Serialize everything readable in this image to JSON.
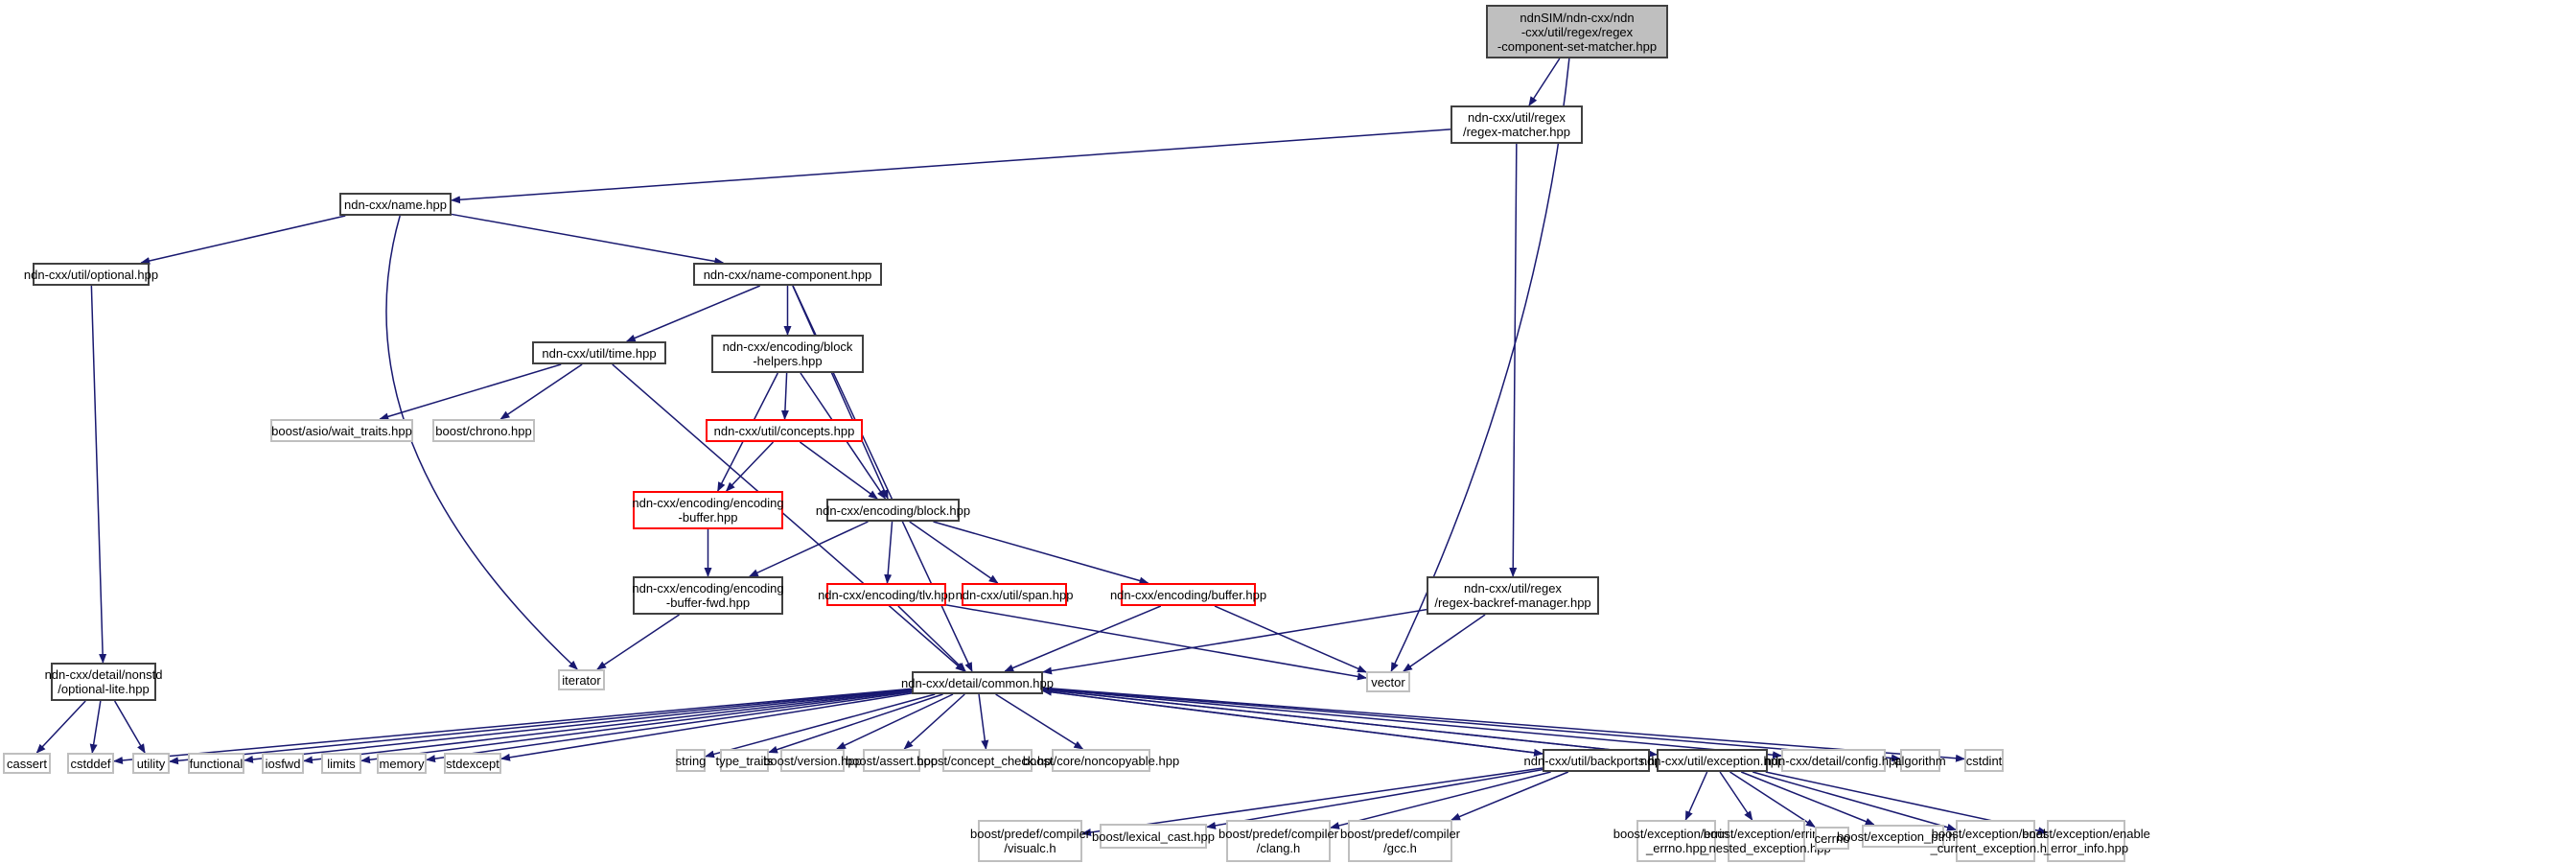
{
  "title": "ndnSIM/ndn-cxx/ndn-cxx/util/regex/regex-component-set-matcher.hpp include dependency graph",
  "colors": {
    "edge": "#191970",
    "normal_border": "#404040",
    "external_border": "#bfbfbf",
    "red_border": "#ff0000",
    "root_fill": "#bfbfbf"
  },
  "nodes": [
    {
      "id": "root",
      "label": "ndnSIM/ndn-cxx/ndn\n-cxx/util/regex/regex\n-component-set-matcher.hpp",
      "kind": "root"
    },
    {
      "id": "regex_matcher",
      "label": "ndn-cxx/util/regex\n/regex-matcher.hpp",
      "kind": "normal"
    },
    {
      "id": "name",
      "label": "ndn-cxx/name.hpp",
      "kind": "normal"
    },
    {
      "id": "optional",
      "label": "ndn-cxx/util/optional.hpp",
      "kind": "normal"
    },
    {
      "id": "name_component",
      "label": "ndn-cxx/name-component.hpp",
      "kind": "normal"
    },
    {
      "id": "time",
      "label": "ndn-cxx/util/time.hpp",
      "kind": "normal"
    },
    {
      "id": "block_helpers",
      "label": "ndn-cxx/encoding/block\n-helpers.hpp",
      "kind": "normal"
    },
    {
      "id": "wait_traits",
      "label": "boost/asio/wait_traits.hpp",
      "kind": "external"
    },
    {
      "id": "chrono",
      "label": "boost/chrono.hpp",
      "kind": "external"
    },
    {
      "id": "concepts",
      "label": "ndn-cxx/util/concepts.hpp",
      "kind": "red"
    },
    {
      "id": "encoding_buffer",
      "label": "ndn-cxx/encoding/encoding\n-buffer.hpp",
      "kind": "red"
    },
    {
      "id": "block",
      "label": "ndn-cxx/encoding/block.hpp",
      "kind": "normal"
    },
    {
      "id": "encoding_buffer_fwd",
      "label": "ndn-cxx/encoding/encoding\n-buffer-fwd.hpp",
      "kind": "normal"
    },
    {
      "id": "tlv",
      "label": "ndn-cxx/encoding/tlv.hpp",
      "kind": "red"
    },
    {
      "id": "span",
      "label": "ndn-cxx/util/span.hpp",
      "kind": "red"
    },
    {
      "id": "buffer",
      "label": "ndn-cxx/encoding/buffer.hpp",
      "kind": "red"
    },
    {
      "id": "backref_manager",
      "label": "ndn-cxx/util/regex\n/regex-backref-manager.hpp",
      "kind": "normal"
    },
    {
      "id": "optional_lite",
      "label": "ndn-cxx/detail/nonstd\n/optional-lite.hpp",
      "kind": "normal"
    },
    {
      "id": "iterator",
      "label": "iterator",
      "kind": "external"
    },
    {
      "id": "common",
      "label": "ndn-cxx/detail/common.hpp",
      "kind": "normal"
    },
    {
      "id": "vector",
      "label": "vector",
      "kind": "external"
    },
    {
      "id": "cassert",
      "label": "cassert",
      "kind": "external"
    },
    {
      "id": "cstddef",
      "label": "cstddef",
      "kind": "external"
    },
    {
      "id": "utility",
      "label": "utility",
      "kind": "external"
    },
    {
      "id": "functional",
      "label": "functional",
      "kind": "external"
    },
    {
      "id": "iosfwd",
      "label": "iosfwd",
      "kind": "external"
    },
    {
      "id": "limits",
      "label": "limits",
      "kind": "external"
    },
    {
      "id": "memory",
      "label": "memory",
      "kind": "external"
    },
    {
      "id": "stdexcept",
      "label": "stdexcept",
      "kind": "external"
    },
    {
      "id": "string",
      "label": "string",
      "kind": "external"
    },
    {
      "id": "type_traits",
      "label": "type_traits",
      "kind": "external"
    },
    {
      "id": "boost_version",
      "label": "boost/version.hpp",
      "kind": "external"
    },
    {
      "id": "boost_assert",
      "label": "boost/assert.hpp",
      "kind": "external"
    },
    {
      "id": "concept_check",
      "label": "boost/concept_check.hpp",
      "kind": "external"
    },
    {
      "id": "noncopyable",
      "label": "boost/core/noncopyable.hpp",
      "kind": "external"
    },
    {
      "id": "backports",
      "label": "ndn-cxx/util/backports.hpp",
      "kind": "normal"
    },
    {
      "id": "exception",
      "label": "ndn-cxx/util/exception.hpp",
      "kind": "normal"
    },
    {
      "id": "config",
      "label": "ndn-cxx/detail/config.hpp",
      "kind": "external"
    },
    {
      "id": "algorithm",
      "label": "algorithm",
      "kind": "external"
    },
    {
      "id": "cstdint",
      "label": "cstdint",
      "kind": "external"
    },
    {
      "id": "visualc",
      "label": "boost/predef/compiler\n/visualc.h",
      "kind": "external"
    },
    {
      "id": "lexical_cast",
      "label": "boost/lexical_cast.hpp",
      "kind": "external"
    },
    {
      "id": "clang",
      "label": "boost/predef/compiler\n/clang.h",
      "kind": "external"
    },
    {
      "id": "gcc",
      "label": "boost/predef/compiler\n/gcc.h",
      "kind": "external"
    },
    {
      "id": "errinfo_errno",
      "label": "boost/exception/errinfo\n_errno.hpp",
      "kind": "external"
    },
    {
      "id": "errinfo_nested",
      "label": "boost/exception/errinfo\n_nested_exception.hpp",
      "kind": "external"
    },
    {
      "id": "cerrno",
      "label": "cerrno",
      "kind": "external"
    },
    {
      "id": "exception_ptr",
      "label": "boost/exception_ptr.hpp",
      "kind": "external"
    },
    {
      "id": "enable_current",
      "label": "boost/exception/enable\n_current_exception.hpp",
      "kind": "external"
    },
    {
      "id": "enable_error_info",
      "label": "boost/exception/enable\n_error_info.hpp",
      "kind": "external"
    }
  ],
  "edges": [
    [
      "root",
      "regex_matcher"
    ],
    [
      "root",
      "vector"
    ],
    [
      "regex_matcher",
      "name"
    ],
    [
      "regex_matcher",
      "backref_manager"
    ],
    [
      "name",
      "optional"
    ],
    [
      "name",
      "name_component"
    ],
    [
      "name",
      "iterator"
    ],
    [
      "optional",
      "optional_lite"
    ],
    [
      "name_component",
      "time"
    ],
    [
      "name_component",
      "block_helpers"
    ],
    [
      "name_component",
      "block"
    ],
    [
      "name_component",
      "common"
    ],
    [
      "time",
      "wait_traits"
    ],
    [
      "time",
      "chrono"
    ],
    [
      "time",
      "common"
    ],
    [
      "block_helpers",
      "concepts"
    ],
    [
      "block_helpers",
      "encoding_buffer"
    ],
    [
      "block_helpers",
      "block"
    ],
    [
      "concepts",
      "encoding_buffer"
    ],
    [
      "concepts",
      "block"
    ],
    [
      "encoding_buffer",
      "encoding_buffer_fwd"
    ],
    [
      "block",
      "encoding_buffer_fwd"
    ],
    [
      "block",
      "tlv"
    ],
    [
      "block",
      "span"
    ],
    [
      "block",
      "buffer"
    ],
    [
      "encoding_buffer_fwd",
      "iterator"
    ],
    [
      "tlv",
      "common"
    ],
    [
      "tlv",
      "vector"
    ],
    [
      "buffer",
      "common"
    ],
    [
      "buffer",
      "vector"
    ],
    [
      "backref_manager",
      "common"
    ],
    [
      "backref_manager",
      "vector"
    ],
    [
      "optional_lite",
      "cassert"
    ],
    [
      "optional_lite",
      "cstddef"
    ],
    [
      "optional_lite",
      "utility"
    ],
    [
      "common",
      "cstddef"
    ],
    [
      "common",
      "utility"
    ],
    [
      "common",
      "functional"
    ],
    [
      "common",
      "iosfwd"
    ],
    [
      "common",
      "limits"
    ],
    [
      "common",
      "memory"
    ],
    [
      "common",
      "stdexcept"
    ],
    [
      "common",
      "string"
    ],
    [
      "common",
      "type_traits"
    ],
    [
      "common",
      "boost_version"
    ],
    [
      "common",
      "boost_assert"
    ],
    [
      "common",
      "concept_check"
    ],
    [
      "common",
      "noncopyable"
    ],
    [
      "common",
      "backports"
    ],
    [
      "common",
      "exception"
    ],
    [
      "common",
      "config"
    ],
    [
      "common",
      "algorithm"
    ],
    [
      "common",
      "cstdint"
    ],
    [
      "backports",
      "common"
    ],
    [
      "backports",
      "visualc"
    ],
    [
      "backports",
      "lexical_cast"
    ],
    [
      "backports",
      "clang"
    ],
    [
      "backports",
      "gcc"
    ],
    [
      "exception",
      "common"
    ],
    [
      "exception",
      "errinfo_errno"
    ],
    [
      "exception",
      "errinfo_nested"
    ],
    [
      "exception",
      "cerrno"
    ],
    [
      "exception",
      "exception_ptr"
    ],
    [
      "exception",
      "enable_current"
    ],
    [
      "exception",
      "enable_error_info"
    ]
  ]
}
